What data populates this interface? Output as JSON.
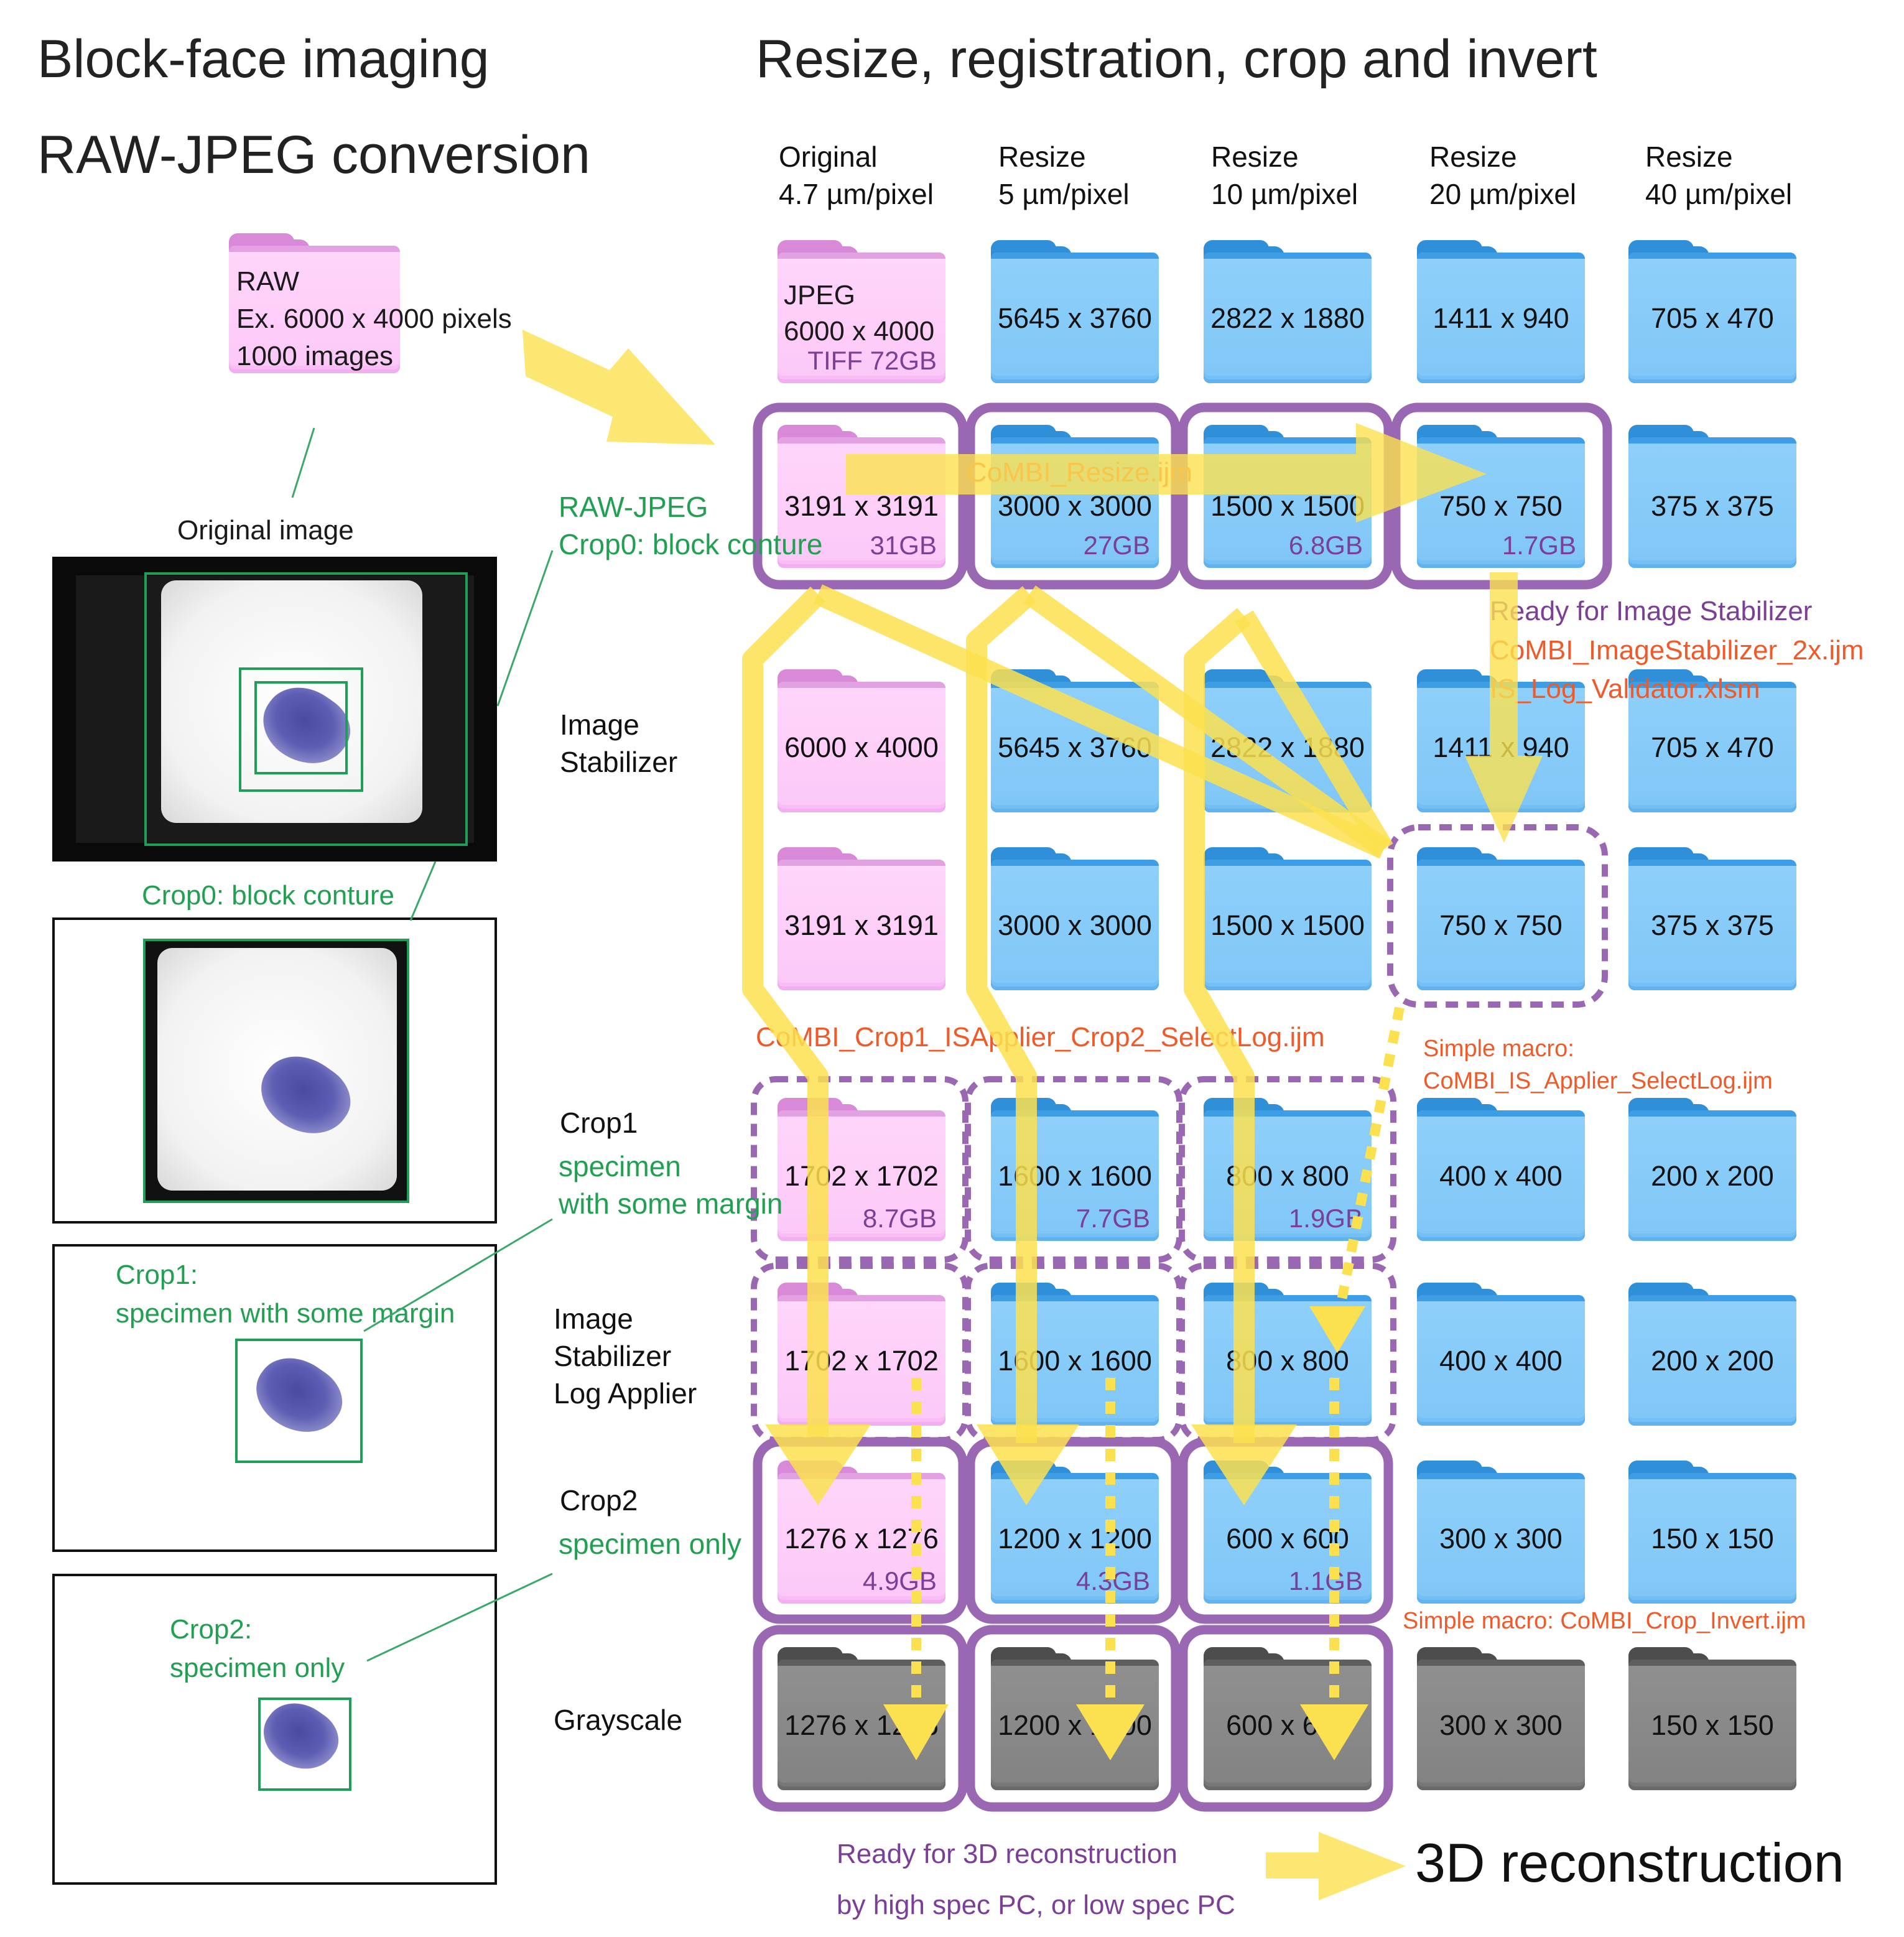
{
  "titles": {
    "block_face": "Block-face imaging",
    "raw_jpeg": "RAW-JPEG conversion",
    "resize": "Resize, registration, crop and invert"
  },
  "columns": [
    {
      "line1": "Original",
      "line2": "4.7 µm/pixel"
    },
    {
      "line1": "Resize",
      "line2": "5 µm/pixel"
    },
    {
      "line1": "Resize",
      "line2": "10 µm/pixel"
    },
    {
      "line1": "Resize",
      "line2": "20 µm/pixel"
    },
    {
      "line1": "Resize",
      "line2": "40 µm/pixel"
    }
  ],
  "raw_folder": {
    "line1": "RAW",
    "line2": "Ex. 6000 x 4000 pixels",
    "line3": "1000 images"
  },
  "jpeg_folder": {
    "line1": "JPEG",
    "line2": "6000 x 4000",
    "size": "TIFF 72GB"
  },
  "row_labels": {
    "image_stabilizer_1": "Image",
    "image_stabilizer_2": "Stabilizer",
    "crop1": "Crop1",
    "crop1_sub1": "specimen",
    "crop1_sub2": "with some margin",
    "is_log_1": "Image",
    "is_log_2": "Stabilizer",
    "is_log_3": "Log Applier",
    "crop2": "Crop2",
    "crop2_sub": "specimen only",
    "grayscale": "Grayscale",
    "rawjpeg_1": "RAW-JPEG",
    "rawjpeg_2": "Crop0: block conture"
  },
  "folders": {
    "r1": [
      "5645 x 3760",
      "2822 x 1880",
      "1411 x 940",
      "705 x 470"
    ],
    "r2": [
      {
        "dim": "3191 x 3191",
        "size": "31GB"
      },
      {
        "dim": "3000 x 3000",
        "size": "27GB"
      },
      {
        "dim": "1500 x 1500",
        "size": "6.8GB"
      },
      {
        "dim": "750 x 750",
        "size": "1.7GB"
      },
      {
        "dim": "375 x 375",
        "size": ""
      }
    ],
    "r3": [
      "6000 x 4000",
      "5645 x 3760",
      "2822 x 1880",
      "1411 x 940",
      "705 x 470"
    ],
    "r4": [
      "3191 x 3191",
      "3000 x 3000",
      "1500 x 1500",
      "750 x 750",
      "375 x 375"
    ],
    "r5": [
      {
        "dim": "1702 x 1702",
        "size": "8.7GB"
      },
      {
        "dim": "1600 x 1600",
        "size": "7.7GB"
      },
      {
        "dim": "800 x 800",
        "size": "1.9GB"
      },
      {
        "dim": "400 x 400",
        "size": ""
      },
      {
        "dim": "200 x 200",
        "size": ""
      }
    ],
    "r6": [
      "1702 x 1702",
      "1600 x 1600",
      "800 x 800",
      "400 x 400",
      "200 x 200"
    ],
    "r7": [
      {
        "dim": "1276 x 1276",
        "size": "4.9GB"
      },
      {
        "dim": "1200 x 1200",
        "size": "4.3GB"
      },
      {
        "dim": "600 x 600",
        "size": "1.1GB"
      },
      {
        "dim": "300 x 300",
        "size": ""
      },
      {
        "dim": "150 x 150",
        "size": ""
      }
    ],
    "r8": [
      "1276 x 1276",
      "1200 x 1200",
      "600 x 600",
      "300 x 300",
      "150 x 150"
    ]
  },
  "macros": {
    "resize": "CoMBI_Resize.ijm",
    "ready_is": "Ready for Image Stabilizer",
    "is2x": "CoMBI_ImageStabilizer_2x.ijm",
    "validator": "IS_Log_Validator.xlsm",
    "crop1is": "CoMBI_Crop1_ISApplier_Crop2_SelectLog.ijm",
    "simple1_a": "Simple macro:",
    "simple1_b": "CoMBI_IS_Applier_SelectLog.ijm",
    "simple2": "Simple macro: CoMBI_Crop_Invert.ijm"
  },
  "left_panel": {
    "original": "Original image",
    "crop0": "Crop0: block conture",
    "crop1_a": "Crop1:",
    "crop1_b": "specimen with some margin",
    "crop2_a": "Crop2:",
    "crop2_b": "specimen only"
  },
  "footer": {
    "ready3d_1": "Ready for 3D reconstruction",
    "ready3d_2": "by high spec PC, or low spec PC",
    "recon": "3D reconstruction"
  },
  "colors": {
    "green": "#21a052",
    "orange": "#ef5a28",
    "purple": "#7b3f95",
    "arrow_yellow": "#fbe14f",
    "folder_blue": "#8fd0fb",
    "folder_pink": "#ffd6fb",
    "folder_gray": "#909090"
  },
  "icons": [
    "folder-icon",
    "arrow-icon"
  ]
}
